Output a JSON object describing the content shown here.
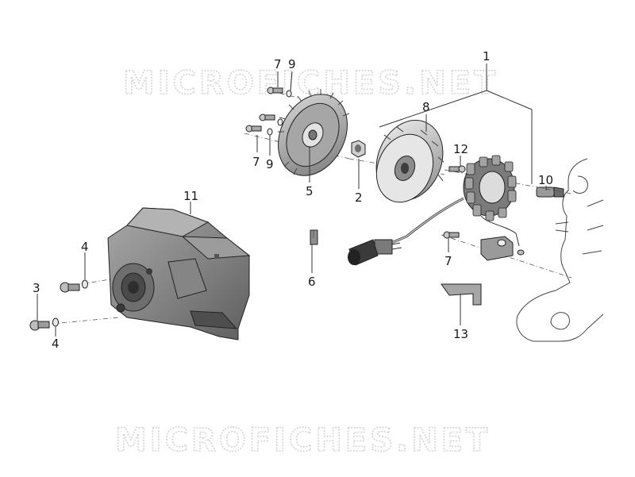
{
  "watermark": "MICROFICHES.NET",
  "callouts": {
    "c1": "1",
    "c2": "2",
    "c3": "3",
    "c4a": "4",
    "c4b": "4",
    "c5": "5",
    "c6": "6",
    "c7a": "7",
    "c7b": "7",
    "c7c": "7",
    "c8": "8",
    "c9a": "9",
    "c9b": "9",
    "c10": "10",
    "c11": "11",
    "c12": "12",
    "c13": "13"
  },
  "colors": {
    "part_fill": "#8f8f8f",
    "part_dark": "#5a5a5a",
    "part_light": "#cfcfcf",
    "watermark": "#d4d4d4"
  }
}
